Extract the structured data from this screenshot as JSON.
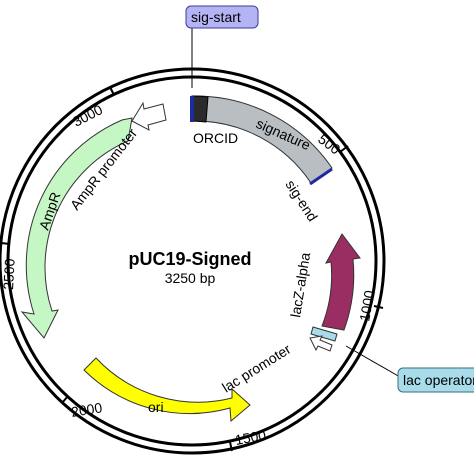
{
  "plasmid": {
    "name": "pUC19-Signed",
    "length": "3250 bp"
  },
  "ticks": [
    "3000",
    "500",
    "2500",
    "1000",
    "2000",
    "1500"
  ],
  "features": {
    "signature": {
      "label": "signature",
      "color": "#b8bec2"
    },
    "orcid": {
      "label": "ORCID",
      "color": "#2b2b2b"
    },
    "ampr": {
      "label": "AmpR",
      "color": "#c5f7c5"
    },
    "ampr_promoter": {
      "label": "AmpR promoter",
      "color": "#ffffff"
    },
    "lacz_alpha": {
      "label": "lacZ-alpha",
      "color": "#9a2e63"
    },
    "lac_promoter": {
      "label": "lac promoter",
      "color": "#ffffff"
    },
    "ori": {
      "label": "ori",
      "color": "#ffff00"
    },
    "sig_end": {
      "label": "sig-end"
    }
  },
  "callouts": {
    "sig_start": {
      "label": "sig-start",
      "color": "#b4b4f4"
    },
    "lac_operator": {
      "label": "lac operator",
      "color": "#a8dcea"
    }
  }
}
